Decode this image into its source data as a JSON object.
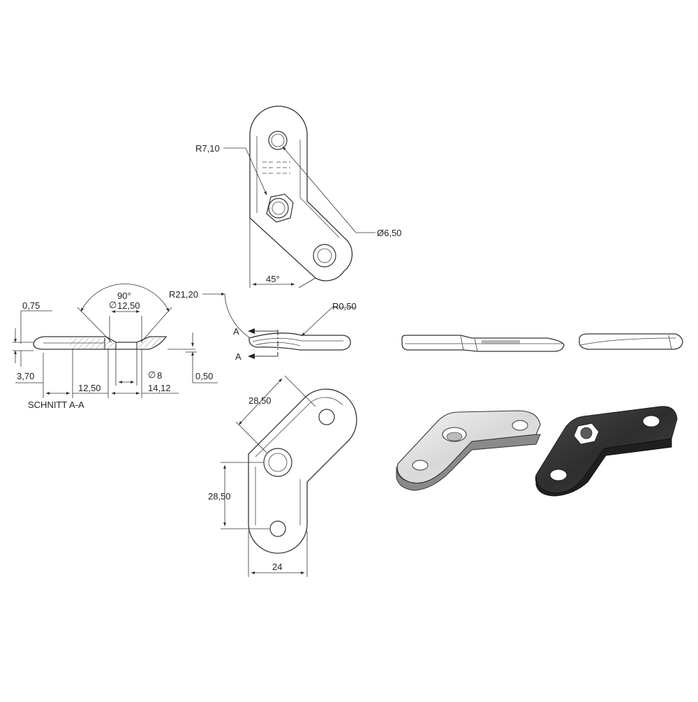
{
  "drawing": {
    "section_title": "SCHNITT A-A",
    "section_marker": "A",
    "dims": {
      "r7_10": "R7,10",
      "d6_50": "Ø6,50",
      "a45": "45°",
      "r21_20": "R21,20",
      "r0_50": "R0,50",
      "a90": "90°",
      "d12_50": "12,50",
      "t0_75": "0,75",
      "t3_70": "3,70",
      "l12_50": "12,50",
      "d8": "8",
      "l14_12": "14,12",
      "t0_50": "0,50",
      "l28_50_a": "28,50",
      "l28_50_b": "28,50",
      "w24": "24"
    }
  },
  "colors": {
    "line": "#333333",
    "part_light": "#e6e6e6",
    "part_dark": "#3a3a3a"
  }
}
